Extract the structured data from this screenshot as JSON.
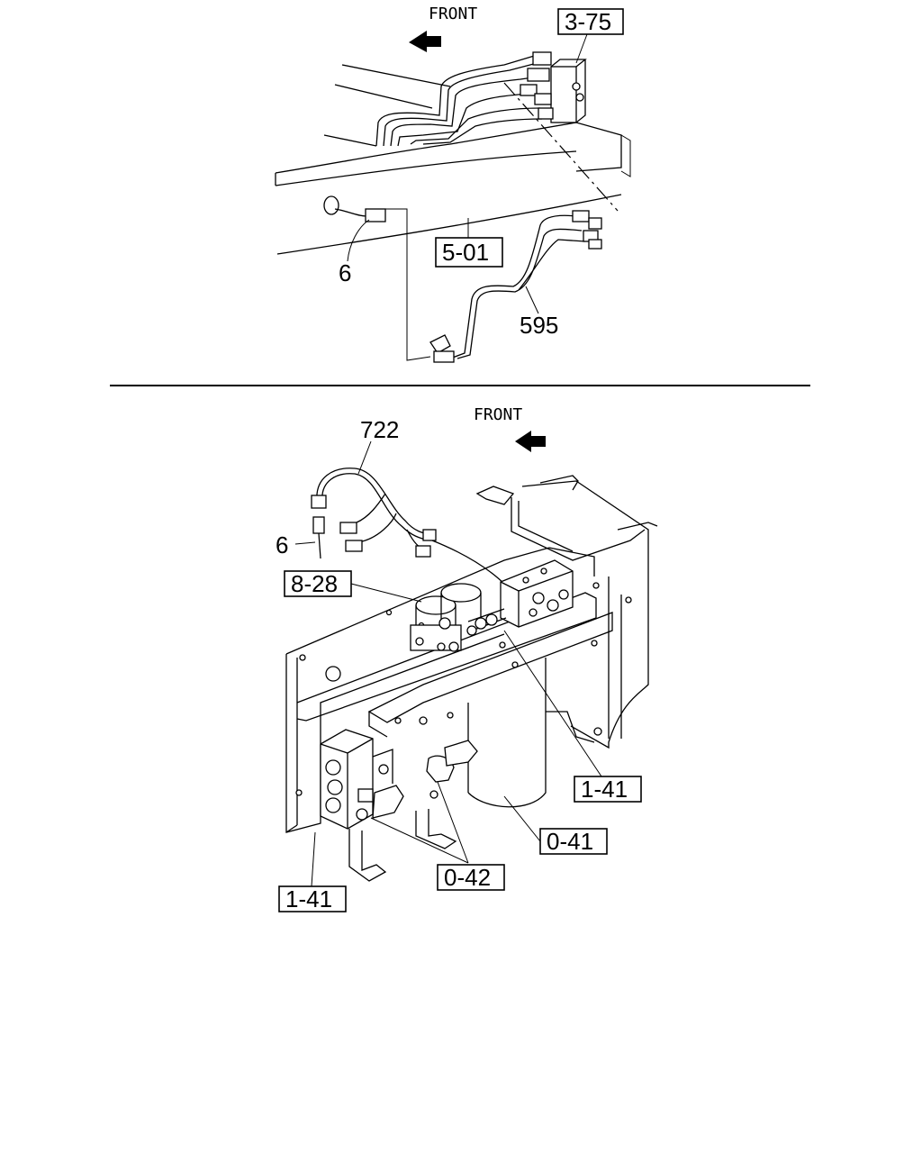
{
  "top_view": {
    "front_label": "FRONT",
    "callouts": {
      "ref_3_75": "3-75",
      "ref_5_01": "5-01",
      "part_6": "6",
      "part_595": "595"
    }
  },
  "bottom_view": {
    "front_label": "FRONT",
    "callouts": {
      "part_722": "722",
      "part_6": "6",
      "ref_8_28": "8-28",
      "ref_1_41_right": "1-41",
      "ref_0_41": "0-41",
      "ref_0_42": "0-42",
      "ref_1_41_left": "1-41"
    }
  }
}
